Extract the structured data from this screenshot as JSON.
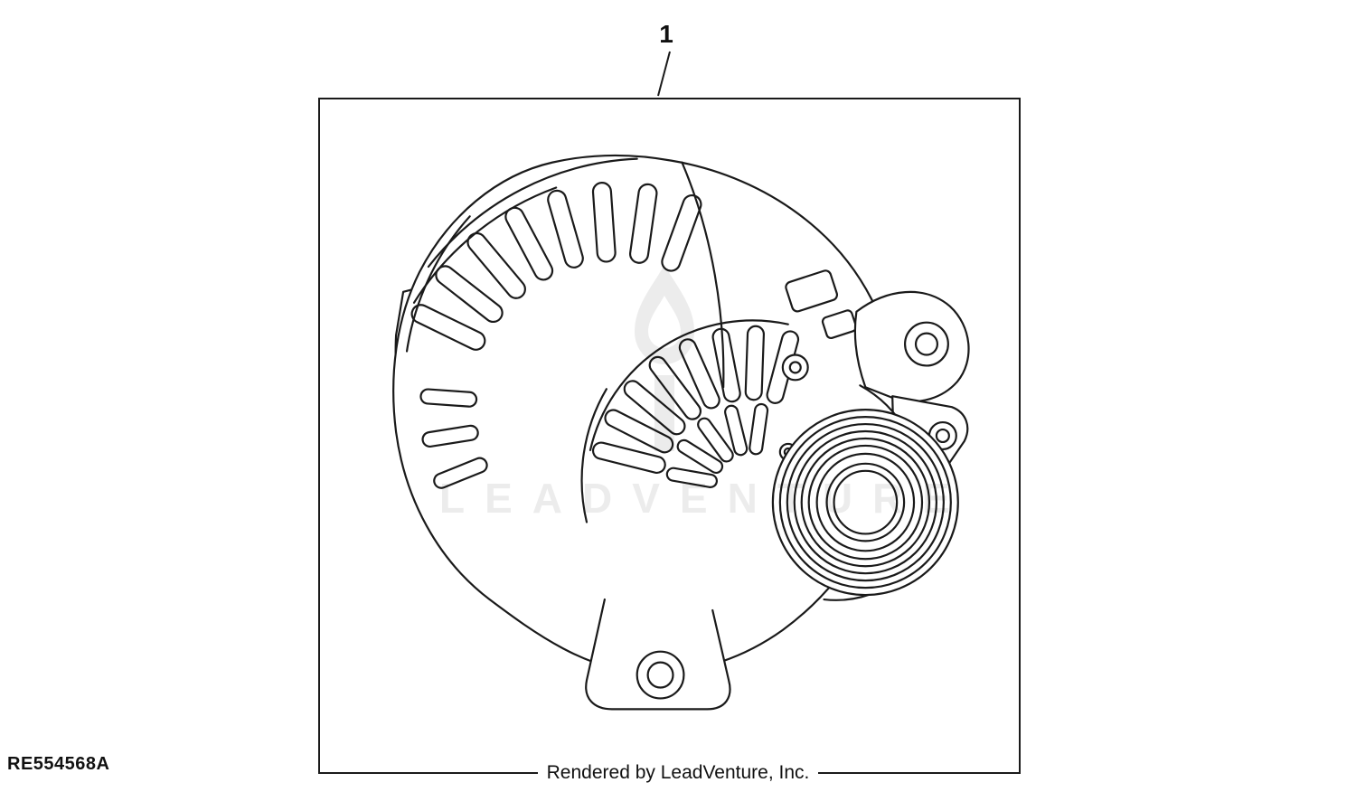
{
  "diagram": {
    "callout_number": "1",
    "illustration": "alternator-line-drawing"
  },
  "labels": {
    "part_code": "RE554568A",
    "footer_credit": "Rendered by LeadVenture, Inc."
  },
  "watermark": {
    "text": "LEADVENTURE",
    "icon": "flame-icon"
  },
  "colors": {
    "background": "#ffffff",
    "line": "#1a1a1a",
    "watermark": "#ececec"
  }
}
